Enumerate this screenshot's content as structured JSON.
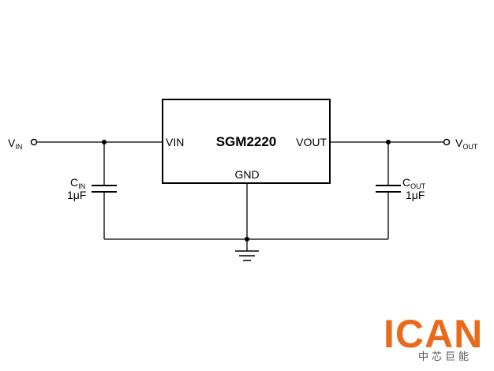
{
  "ic": {
    "name": "SGM2220",
    "pin_vin": "VIN",
    "pin_vout": "VOUT",
    "pin_gnd": "GND"
  },
  "input": {
    "label": "V",
    "sub": "IN"
  },
  "output": {
    "label": "V",
    "sub": "OUT"
  },
  "cin": {
    "label": "C",
    "sub": "IN",
    "value": "1μF"
  },
  "cout": {
    "label": "C",
    "sub": "OUT",
    "value": "1μF"
  },
  "logo": {
    "text": "ICAN",
    "tagline": "中芯巨能",
    "color": "#ea6a1c"
  },
  "colors": {
    "wire": "#000000",
    "background": "#ffffff"
  }
}
